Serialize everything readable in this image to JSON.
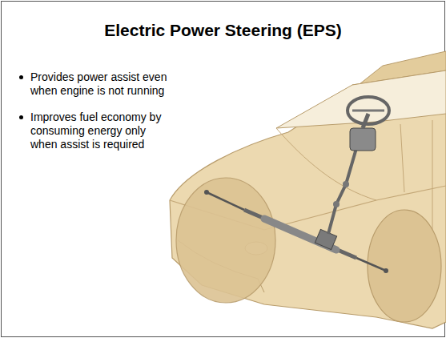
{
  "diagram": {
    "title": "Electric Power Steering (EPS)",
    "labels": [
      "Provides power assist even when engine is not running",
      "Improves fuel economy by consuming energy only when assist is required"
    ]
  }
}
